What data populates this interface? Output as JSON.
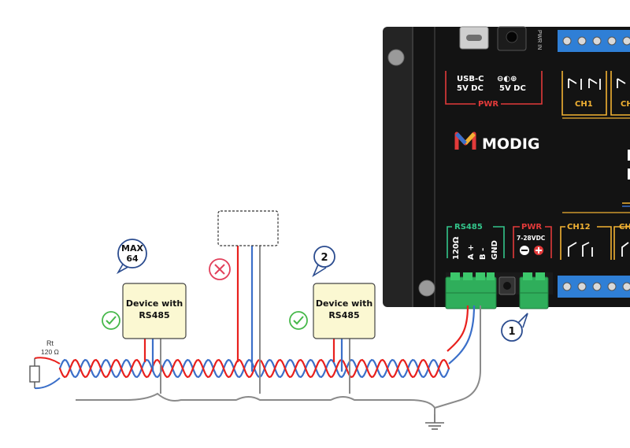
{
  "colors": {
    "wire_a": "#e8201d",
    "wire_b": "#3b6fc9",
    "shield": "#8a8a8a",
    "board": "#131313",
    "rim": "#2a2a2a",
    "power_accent": "#e23a3a",
    "rs485_accent": "#33c58b",
    "relay_accent": "#f2b233",
    "device_fill": "#fbf8d2",
    "ok_green": "#46b84a",
    "error_red": "#e2405b",
    "badge_blue": "#2b4c8f",
    "terminal_green": "#2fae5b",
    "terminal_blue": "#2f7fd6"
  },
  "icons": {
    "ok": "check-circle-icon",
    "error": "cross-circle-icon",
    "ground": "ground-icon",
    "resistor": "resistor-icon",
    "logo": "modig-logo-icon"
  },
  "labels": {
    "rt": "Rt",
    "rt_value": "120 Ω",
    "max_line1": "MAX",
    "max_line2": "64",
    "device_line1": "Device with",
    "device_line2": "RS485",
    "badge_2": "2",
    "badge_1": "1"
  },
  "board": {
    "usb_line1": "USB-C",
    "usb_line2": "5V DC",
    "dc_symbol": "⊖◐⊕",
    "dc_line2": "5V DC",
    "pwr": "PWR",
    "ch1": "CH1",
    "ch_partial": "CH",
    "brand": "MODIG",
    "rs485": "RS485",
    "ohm": "120Ω",
    "a_plus": "A +",
    "b_minus": "B -",
    "gnd": "GND",
    "pwr2": "PWR",
    "volt": "7-28VDC",
    "ch12": "CH12",
    "ch_partial2": "CH",
    "side_text": "PWR IN"
  }
}
